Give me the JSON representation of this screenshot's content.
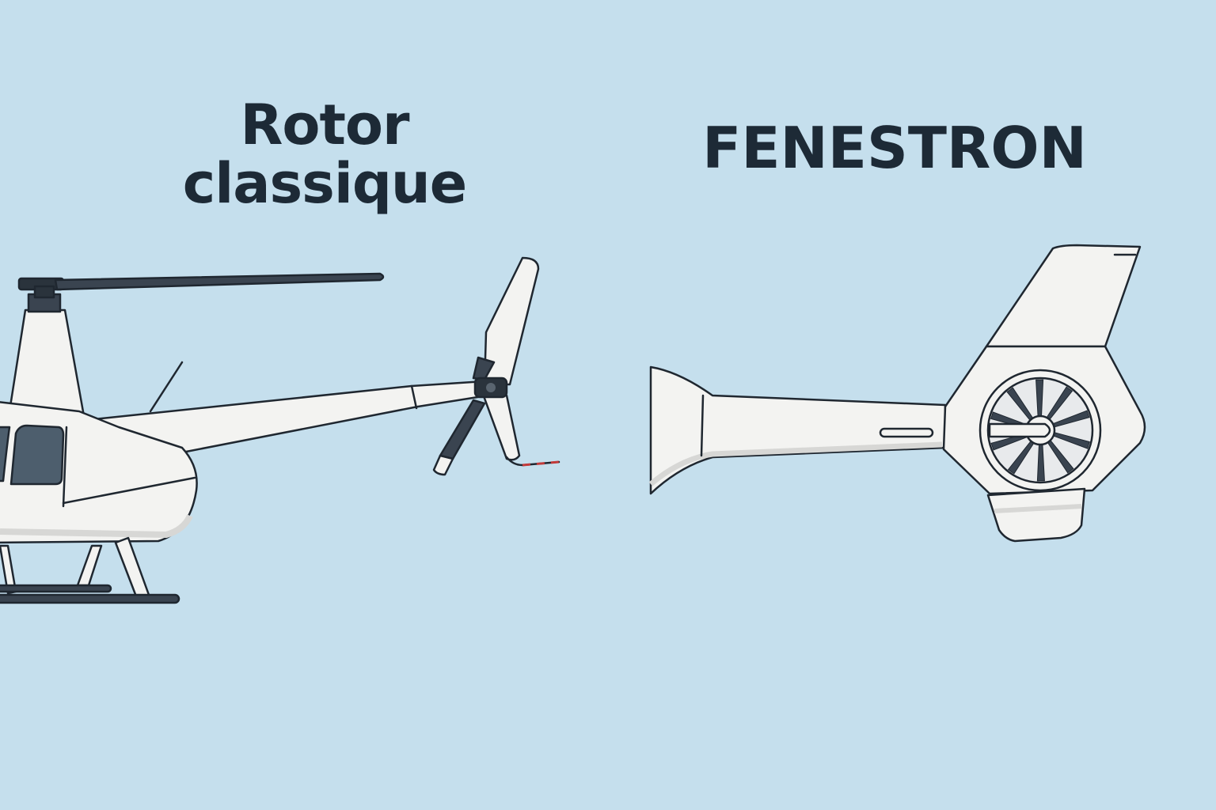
{
  "labels": {
    "left": [
      "Rotor",
      "classique"
    ],
    "right": "FENESTRON"
  },
  "colors": {
    "background": "#c5dfed",
    "text": "#1d2a36",
    "body": "#f3f3f1",
    "outline": "#1f2730",
    "window": "#4d5e6d",
    "warning_stripe": "#c23a3a"
  },
  "panels": [
    {
      "name": "conventional-tail-rotor-helicopter",
      "icon": "helicopter-icon"
    },
    {
      "name": "fenestron-tail",
      "icon": "ducted-fan-icon"
    }
  ]
}
